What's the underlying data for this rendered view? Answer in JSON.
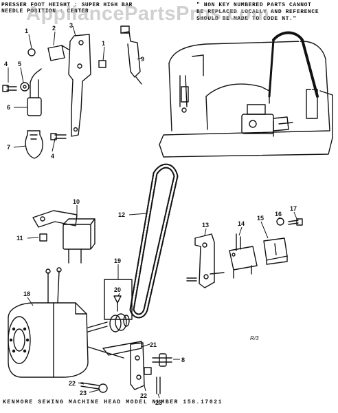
{
  "header": {
    "line1": "PRESSER FOOT HEIGHT : SUPER HIGH BAR",
    "line2": "NEEDLE POSITION : CENTER"
  },
  "note": {
    "line1": "\" NON KEY NUMBERED PARTS CANNOT",
    "line2": "BE REPLACED LOCALLY AND REFERENCE",
    "line3": "SHOULD BE MADE TO CODE NT.\""
  },
  "watermark": "AppliancePartsPros.com",
  "footer": "KENMORE  SEWING  MACHINE  HEAD  MODEL  NUMBER  158.17021",
  "corner_mark": "R/3",
  "callouts": {
    "c1a": "1",
    "c2": "2",
    "c3": "3",
    "c1b": "1",
    "c9": "9",
    "c4a": "4",
    "c5": "5",
    "c6": "6",
    "c7": "7",
    "c4b": "4",
    "c10": "10",
    "c11": "11",
    "c12": "12",
    "c13": "13",
    "c14": "14",
    "c15": "15",
    "c16": "16",
    "c17": "17",
    "c18": "18",
    "c19": "19",
    "c20": "20",
    "c21": "21",
    "c8": "8",
    "c22a": "22",
    "c22b": "22",
    "c23a": "23",
    "c23b": "23"
  },
  "colors": {
    "ink": "#111111",
    "paper": "#ffffff",
    "watermark": "#aaaaaa"
  }
}
